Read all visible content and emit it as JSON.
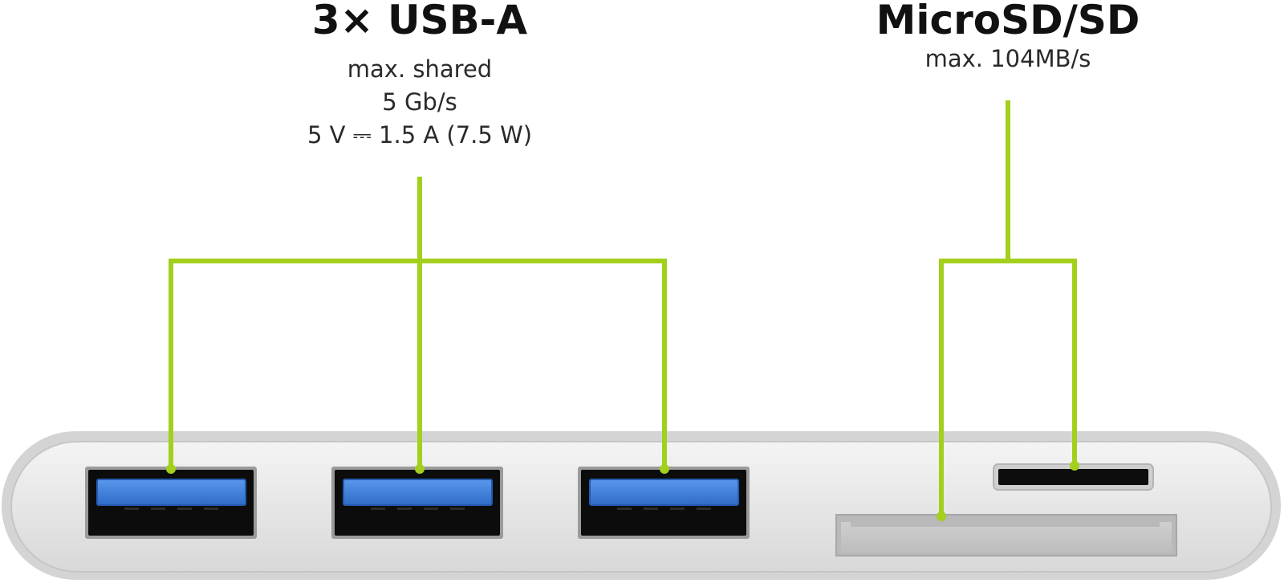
{
  "colors": {
    "callout_line": "#a3cf1d",
    "housing": "#e9e9e9",
    "housing_edge": "#c9c9c9",
    "port_tongue": "#3a7ad6",
    "slot": "#111111"
  },
  "groups": {
    "usb": {
      "title": "3× USB-A",
      "specs": [
        "max. shared",
        "5 Gb/s",
        "5 V ⎓ 1.5 A (7.5 W)"
      ]
    },
    "card": {
      "title": "MicroSD/SD",
      "specs": [
        "max. 104MB/s"
      ]
    }
  }
}
